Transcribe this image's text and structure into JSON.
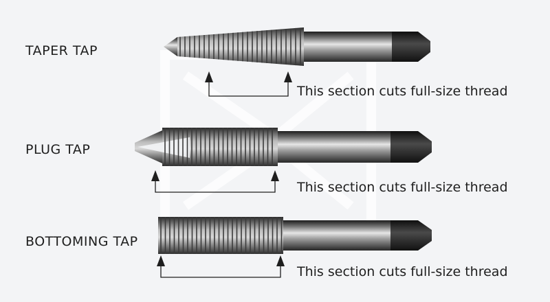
{
  "taps": [
    {
      "name": "TAPER TAP",
      "caption": "This section cuts full-size thread"
    },
    {
      "name": "PLUG TAP",
      "caption": "This section cuts full-size thread"
    },
    {
      "name": "BOTTOMING TAP",
      "caption": "This section cuts full-size thread"
    }
  ],
  "colors": {
    "background": "#f3f4f6",
    "text": "#1e1e1e",
    "shank_dark": "#2a2a2a",
    "watermark": "#ffffff"
  }
}
